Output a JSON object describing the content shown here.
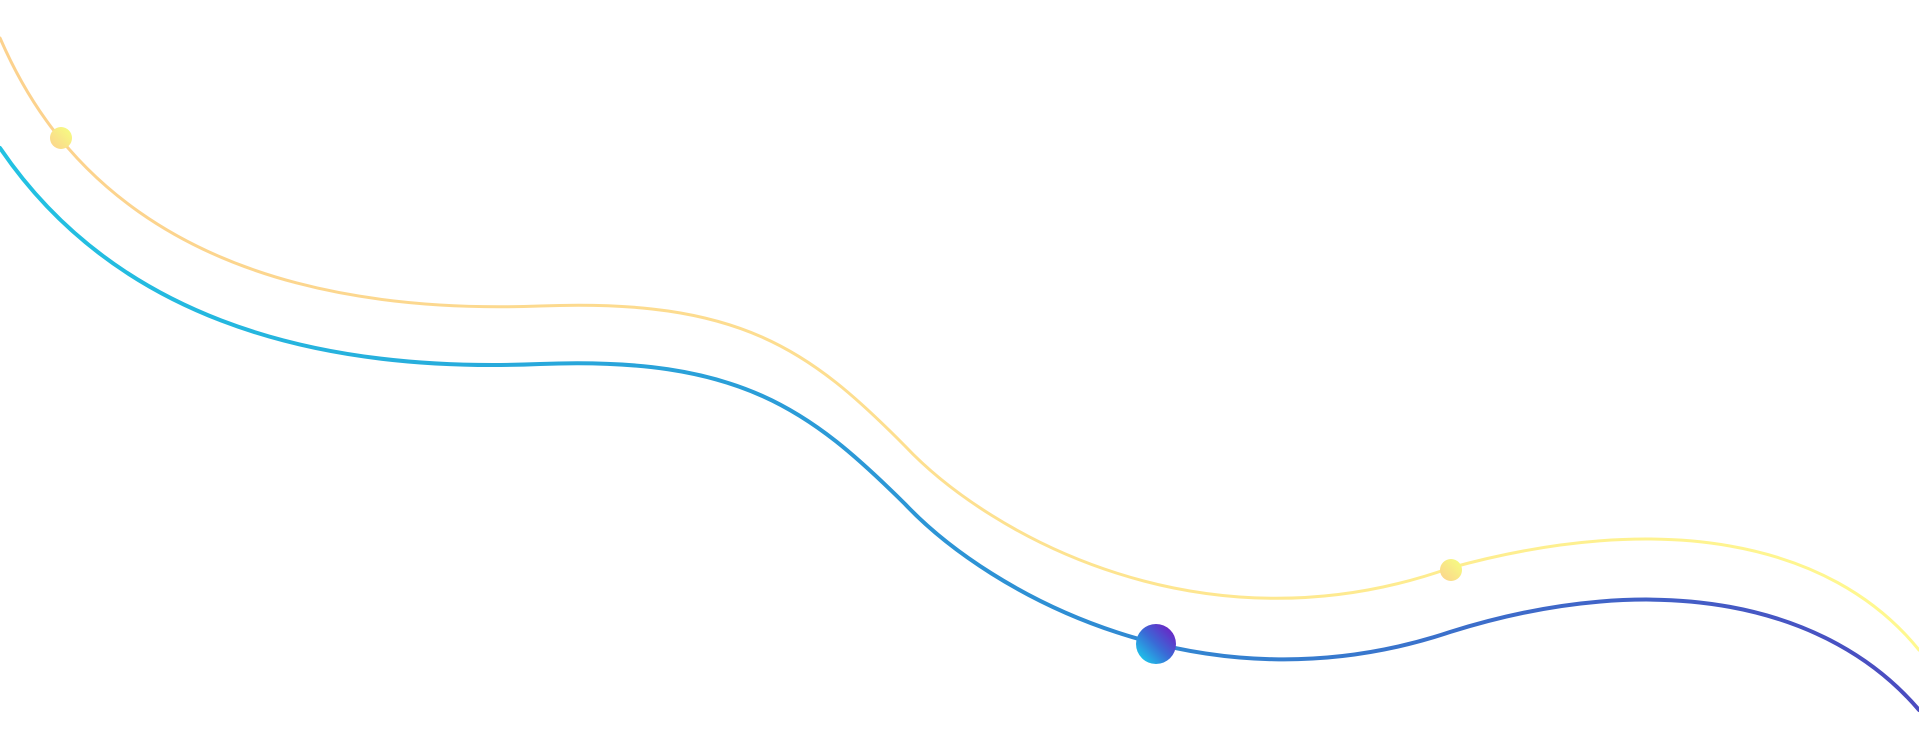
{
  "palette": {
    "background": "#ffffff",
    "thin_line_start": "#fcd28e",
    "thin_line_mid": "#fde090",
    "thin_line_end": "#fff990",
    "thick_line_start": "#22c2e2",
    "thick_line_mid": "#2e8fd4",
    "thick_line_end": "#4b4bc0",
    "dot_light_a": "#fcd28e",
    "dot_light_b": "#f5ff80",
    "dot_dark_a": "#14e0f0",
    "dot_dark_b": "#3a6ad6",
    "dot_dark_c": "#7a0fc0"
  },
  "graphics": {
    "thin_wave": "thin-wave-line",
    "thick_wave": "thick-wave-line",
    "markers": [
      "marker-dot-small",
      "marker-dot-small",
      "marker-dot-large"
    ]
  }
}
